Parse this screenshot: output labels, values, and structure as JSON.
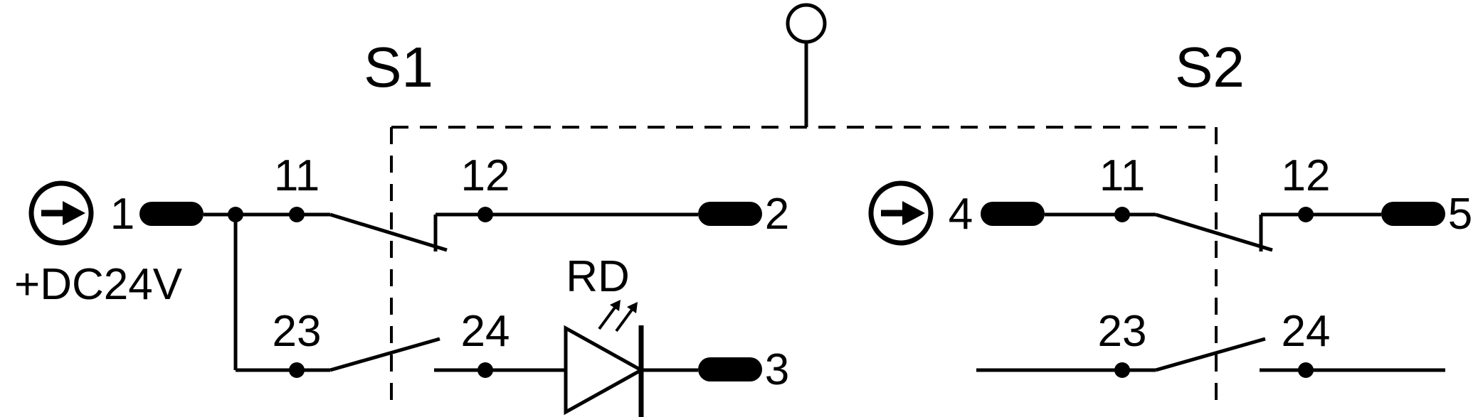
{
  "colors": {
    "line": "#000000",
    "background": "#ffffff"
  },
  "supply": {
    "label": "+DC24V"
  },
  "terminals": {
    "t1": "1",
    "t2": "2",
    "t3": "3",
    "t4": "4",
    "t5": "5"
  },
  "led": {
    "label": "RD"
  },
  "switches": [
    {
      "name": "S1",
      "nc_contact": {
        "in": "11",
        "out": "12"
      },
      "no_contact": {
        "in": "23",
        "out": "24"
      }
    },
    {
      "name": "S2",
      "nc_contact": {
        "in": "11",
        "out": "12"
      },
      "no_contact": {
        "in": "23",
        "out": "24"
      }
    }
  ]
}
